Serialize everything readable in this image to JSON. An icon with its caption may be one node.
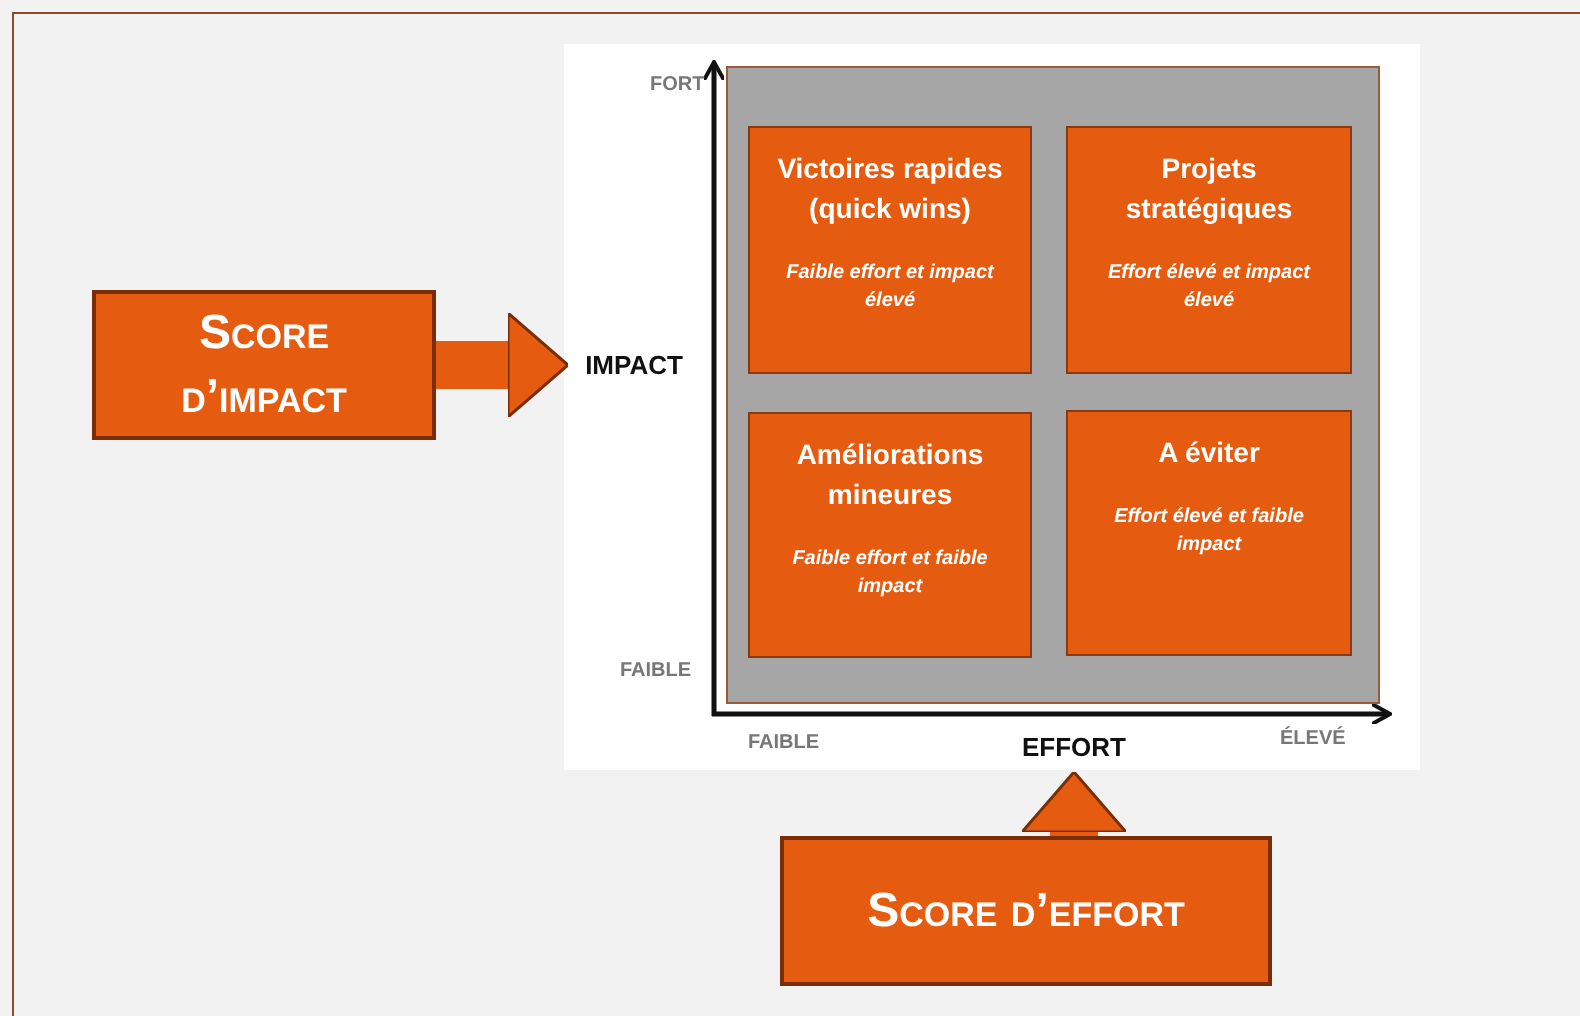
{
  "diagram": {
    "nodes": [
      {
        "text": [
          "Score d’impact"
        ]
      },
      {
        "text": [
          "IMPACT"
        ]
      },
      {
        "text": [
          "Score d’effort"
        ]
      },
      {
        "text": [
          "EFFORT"
        ]
      },
      {
        "text": [],
        "shape": "box"
      },
      {
        "text": [
          "Victoires rapides (quick wins)",
          "Faible effort et impact élevé"
        ],
        "in": 4
      },
      {
        "text": [
          "Projets stratégiques",
          "Effort élevé et impact élevé"
        ],
        "in": 4
      },
      {
        "text": [
          "Améliorations mineures",
          "Faible effort et faible impact"
        ],
        "in": 4
      },
      {
        "text": [
          "A éviter",
          "Effort élevé et faible impact"
        ],
        "in": 4
      }
    ],
    "edges": [
      {
        "from": 0,
        "to": 1,
        "arrow": "to"
      },
      {
        "from": 2,
        "to": 3,
        "arrow": "to"
      }
    ],
    "labels": [
      "FORT",
      "FAIBLE",
      "FAIBLE",
      "ÉLEVÉ"
    ]
  }
}
